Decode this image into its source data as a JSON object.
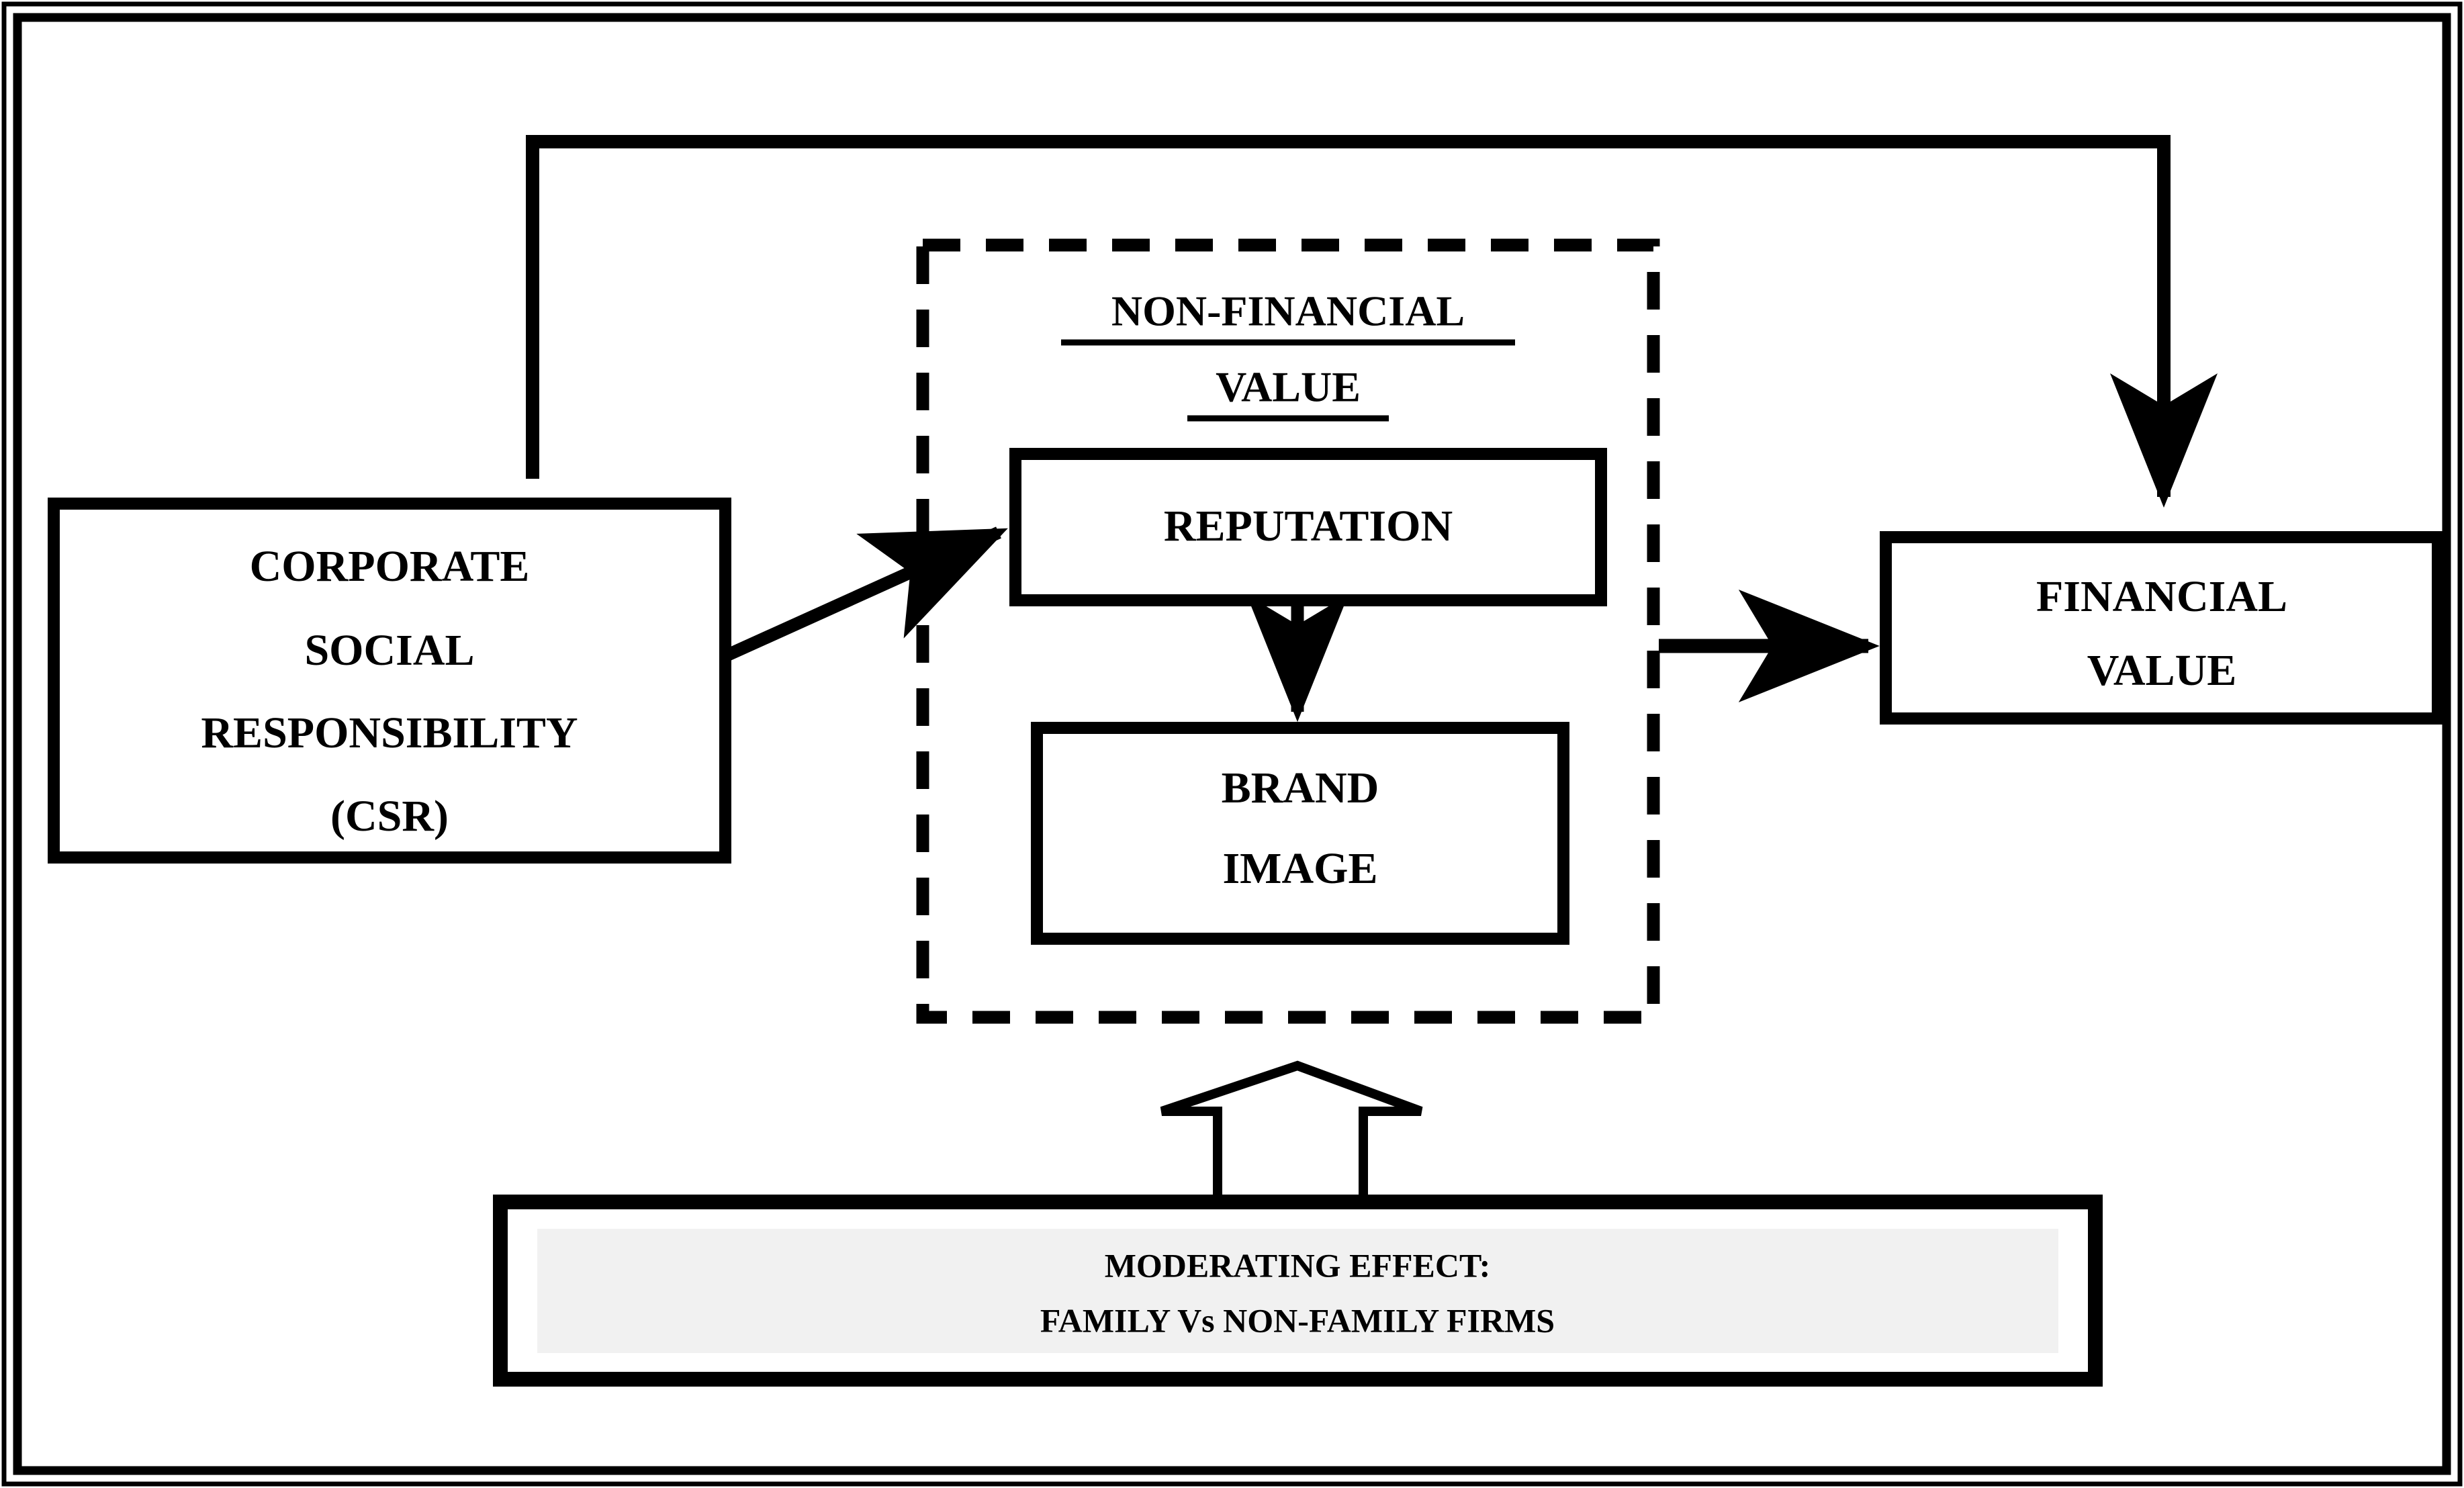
{
  "figure": {
    "title": "CSR conceptual framework diagram",
    "background_color": "#ffffff",
    "line_color": "#000000",
    "panel_fill": "#f1f1f1"
  },
  "nodes": {
    "csr": {
      "id": "corporate-social-responsibility",
      "lines": [
        "CORPORATE",
        "SOCIAL",
        "RESPONSIBILITY",
        "(CSR)"
      ]
    },
    "non_financial_value": {
      "id": "non-financial-value",
      "lines": [
        "NON-FINANCIAL",
        "VALUE"
      ],
      "underlined": true,
      "border_style": "dashed"
    },
    "reputation": {
      "id": "reputation",
      "lines": [
        "REPUTATION"
      ]
    },
    "brand_image": {
      "id": "brand-image",
      "lines": [
        "BRAND",
        "IMAGE"
      ]
    },
    "financial_value": {
      "id": "financial-value",
      "lines": [
        "FINANCIAL",
        "VALUE"
      ]
    },
    "moderator": {
      "id": "moderating-effect",
      "lines": [
        "MODERATING EFFECT:",
        "FAMILY Vs NON-FAMILY FIRMS"
      ]
    }
  },
  "edges": [
    {
      "id": "csr-to-reputation",
      "from": "csr",
      "to": "reputation",
      "style": "solid",
      "arrow": "single"
    },
    {
      "id": "reputation-to-brand-image",
      "from": "reputation",
      "to": "brand_image",
      "style": "solid",
      "arrow": "single"
    },
    {
      "id": "non-financial-value-to-financial-value",
      "from": "non_financial_value",
      "to": "financial_value",
      "style": "solid",
      "arrow": "single"
    },
    {
      "id": "csr-to-financial-value",
      "from": "csr",
      "to": "financial_value",
      "style": "solid",
      "arrow": "single",
      "routing": "over-the-top"
    },
    {
      "id": "moderator-to-non-financial-value",
      "from": "moderator",
      "to": "non_financial_value",
      "style": "block-arrow",
      "arrow": "hollow-up"
    }
  ]
}
